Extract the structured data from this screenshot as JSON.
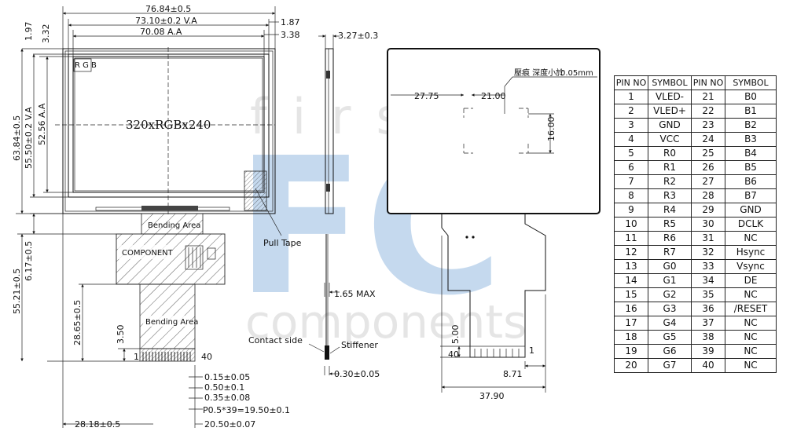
{
  "watermark": {
    "top": "first",
    "logo": "FC",
    "bottom": "components"
  },
  "front_view": {
    "dims_top": [
      "76.84±0.5",
      "73.10±0.2 V.A",
      "70.08 A.A"
    ],
    "dims_top_right": [
      "1.87",
      "3.38"
    ],
    "dims_left": [
      "1.97",
      "3.32"
    ],
    "dims_vertical": [
      "63.84±0.5",
      "55.50±0.2 V.A",
      "52.56 A.A",
      "55.21±0.5",
      "6.17±0.5",
      "28.65±0.5",
      "3.50"
    ],
    "rgb_mark": "R G B",
    "resolution": "320xRGBx240",
    "bending_area_1": "Bending Area",
    "component_label": "COMPONENT",
    "bending_area_2": "Bending Area",
    "pull_tape": "Pull Tape",
    "pin_start": "1",
    "pin_end": "40",
    "dims_bottom": [
      "0.15±0.05",
      "0.50±0.1",
      "0.35±0.08",
      "P0.5*39=19.50±0.1",
      "20.50±0.07"
    ],
    "dim_28_18": "28.18±0.5"
  },
  "side_view": {
    "thickness": "3.27±0.3",
    "max_thickness": "1.65 MAX",
    "contact_side": "Contact side",
    "stiffener": "Stiffener",
    "stiffener_thickness": "0.30±0.05"
  },
  "rear_view": {
    "note_cn": "壓痕 深度小於",
    "note_value": "0.05mm",
    "dim_27_75": "27.75",
    "dim_21_00": "21.00",
    "dim_16_00": "16.00",
    "dim_5_00": "5.00",
    "pin_40": "40",
    "pin_1": "1",
    "dim_8_71": "8.71",
    "dim_37_90": "37.90"
  },
  "pin_table": {
    "headers": [
      "PIN NO",
      "SYMBOL",
      "PIN NO",
      "SYMBOL"
    ],
    "rows": [
      [
        "1",
        "VLED-",
        "21",
        "B0"
      ],
      [
        "2",
        "VLED+",
        "22",
        "B1"
      ],
      [
        "3",
        "GND",
        "23",
        "B2"
      ],
      [
        "4",
        "VCC",
        "24",
        "B3"
      ],
      [
        "5",
        "R0",
        "25",
        "B4"
      ],
      [
        "6",
        "R1",
        "26",
        "B5"
      ],
      [
        "7",
        "R2",
        "27",
        "B6"
      ],
      [
        "8",
        "R3",
        "28",
        "B7"
      ],
      [
        "9",
        "R4",
        "29",
        "GND"
      ],
      [
        "10",
        "R5",
        "30",
        "DCLK"
      ],
      [
        "11",
        "R6",
        "31",
        "NC"
      ],
      [
        "12",
        "R7",
        "32",
        "Hsync"
      ],
      [
        "13",
        "G0",
        "33",
        "Vsync"
      ],
      [
        "14",
        "G1",
        "34",
        "DE"
      ],
      [
        "15",
        "G2",
        "35",
        "NC"
      ],
      [
        "16",
        "G3",
        "36",
        "/RESET"
      ],
      [
        "17",
        "G4",
        "37",
        "NC"
      ],
      [
        "18",
        "G5",
        "38",
        "NC"
      ],
      [
        "19",
        "G6",
        "39",
        "NC"
      ],
      [
        "20",
        "G7",
        "40",
        "NC"
      ]
    ]
  }
}
